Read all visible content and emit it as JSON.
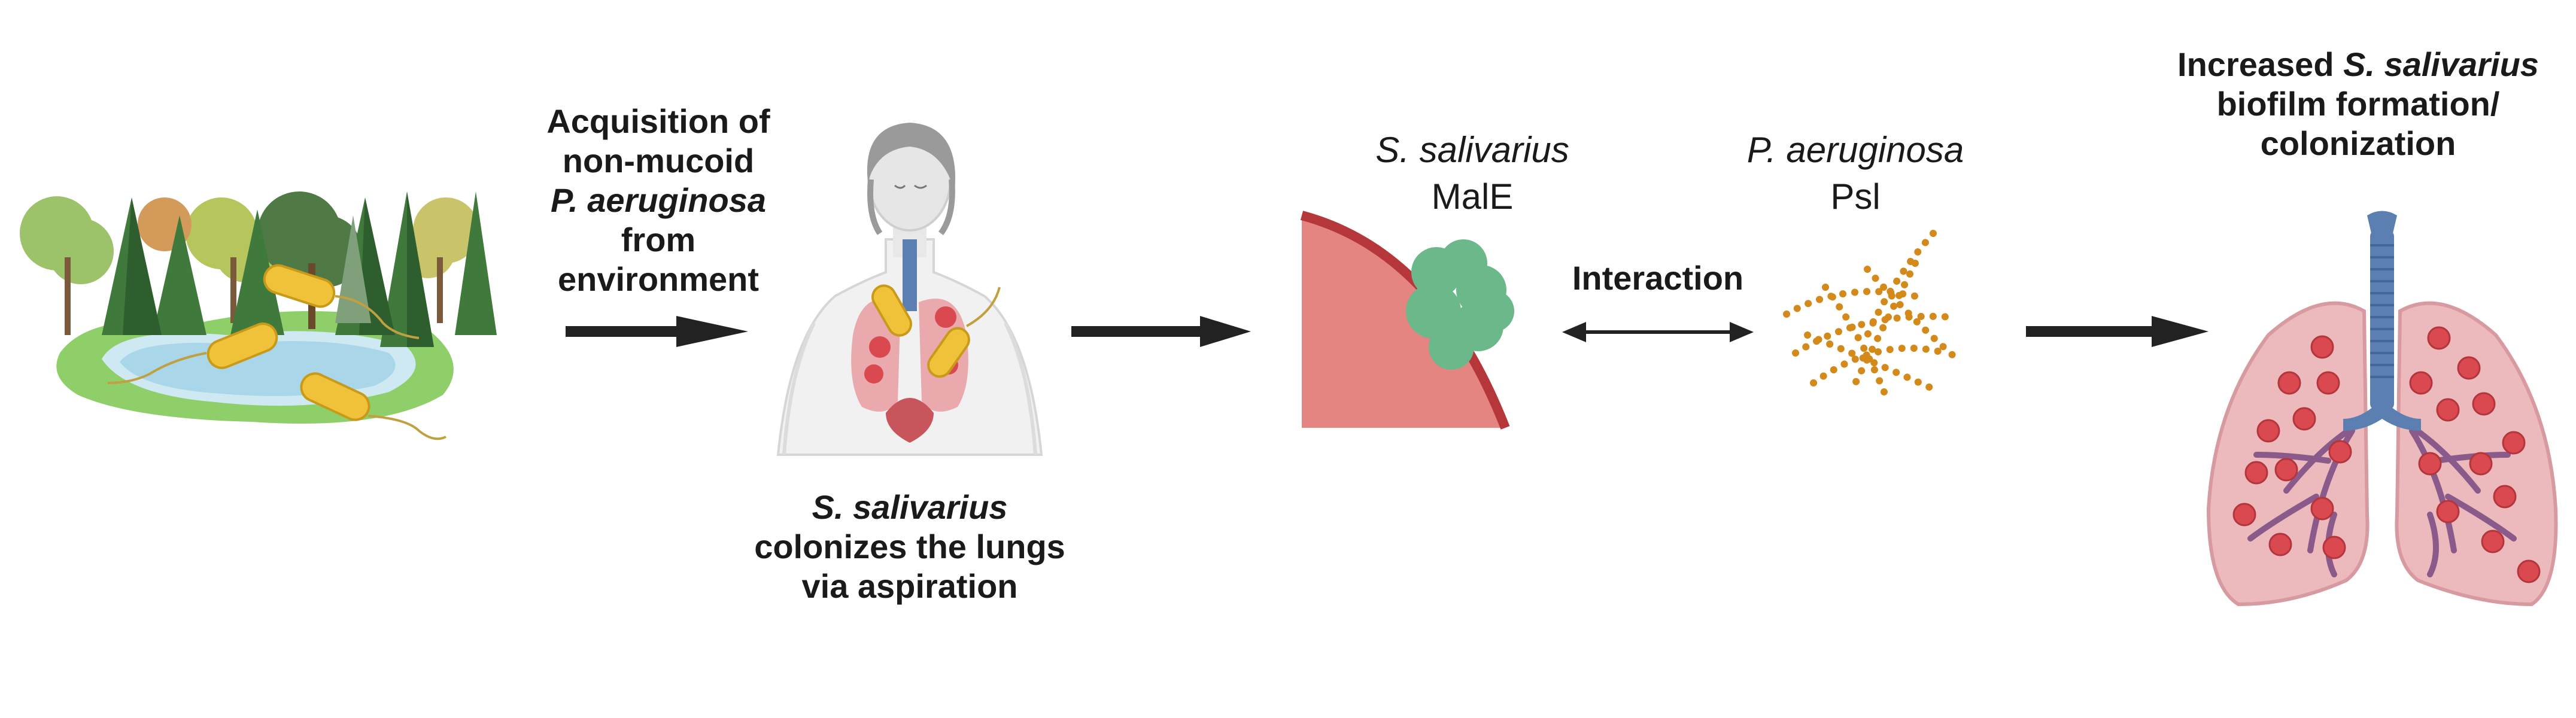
{
  "labels": {
    "acquisition": {
      "line1": "Acquisition of",
      "line2": "non-mucoid",
      "line3": "P. aeruginosa",
      "line4": "from",
      "line5": "environment"
    },
    "colonizes": {
      "line1": "S. salivarius",
      "line2": "colonizes the lungs",
      "line3": "via aspiration"
    },
    "s_salivarius_male": {
      "species": "S. salivarius",
      "molecule": "MalE"
    },
    "p_aeruginosa_psl": {
      "species": "P. aeruginosa",
      "molecule": "Psl"
    },
    "interaction": "Interaction",
    "result": {
      "line1_prefix": "Increased ",
      "line1_species": "S. salivarius",
      "line2": "biofilm formation/",
      "line3": "colonization"
    }
  },
  "colors": {
    "arrow": "#222222",
    "bacteria": "#f0c23a",
    "lung_tissue": "#e9a9ad",
    "trachea": "#5b7fb0",
    "colony_dots": "#d9494f",
    "cell_fill": "#e58582",
    "cell_border": "#b5373a",
    "male_blob": "#6bb88a",
    "psl_dots": "#d48a1a",
    "water": "#a9d6e8",
    "grass": "#8fcf6a",
    "tree_dark": "#3f7a3c",
    "tree_light": "#8fbf5a"
  },
  "icons": [
    "environment-scene-icon",
    "human-lungs-icon",
    "cell-surface-icon",
    "male-protein-icon",
    "psl-polysaccharide-icon",
    "colonized-lungs-icon"
  ]
}
